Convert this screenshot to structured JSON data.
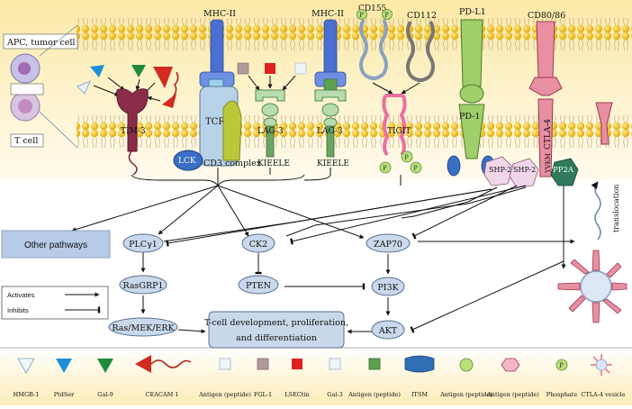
{
  "cells": {
    "apc": "APC, tumor cell",
    "tcell": "T cell"
  },
  "receptors": {
    "mhc1": "MHC-II",
    "mhc2": "MHC-II",
    "cd155": "CD155",
    "cd112": "CD112",
    "pdl1": "PD-L1",
    "cd80": "CD80/86",
    "tim3": "TIM-3",
    "tcr": "TCR",
    "lag3a": "LAG-3",
    "lag3b": "LAG-3",
    "tigit": "TIGIT",
    "pd1": "PD-1",
    "ctla4": "CTLA-4",
    "lck": "LCK",
    "cd3": "CD3 complex",
    "kielle1": "KIEELE",
    "kielle2": "KIEELE",
    "shp2a": "SHP-2",
    "shp2b": "SHP-2",
    "pp2a": "PP2A",
    "yvkm": "YVKM",
    "p": "P",
    "translocation": "translocation"
  },
  "nodes": {
    "other": "Other pathways",
    "plc": "PLCγ1",
    "ck2": "CK2",
    "zap70": "ZAP70",
    "rasgrp1": "RasGRP1",
    "pten": "PTEN",
    "pi3k": "PI3K",
    "ras": "Ras/MEK/ERK",
    "akt": "AKT",
    "outcome1": "T-cell development, proliferation,",
    "outcome2": "and differentiation"
  },
  "legend_box": {
    "activates": "Activates",
    "inhibits": "Inhibits"
  },
  "legend": [
    "HMGB-1",
    "PtdSer",
    "Gal-9",
    "CEACAM 1",
    "Antigen (peptide)",
    "FGL-1",
    "LSECtin",
    "Gal-3",
    "Antigen (peptide)",
    "ITSM",
    "Antigen (peptide)",
    "Antigen (peptide)",
    "Phosphate",
    "CTLA-4 vesicle"
  ],
  "colors": {
    "membrane_head": "#f0c11a",
    "background_top": "#fdf2c6",
    "node_fill": "#c9d8ea",
    "node_stroke": "#5a6f95",
    "other_fill": "#b8cbe6",
    "pd1": "#9fcf6a",
    "ctla4": "#e88fa2",
    "tigit": "#ec6fa0",
    "lag3": "#b8dcb0",
    "tcr": "#b7d2e6",
    "tim3": "#8a2c48"
  }
}
